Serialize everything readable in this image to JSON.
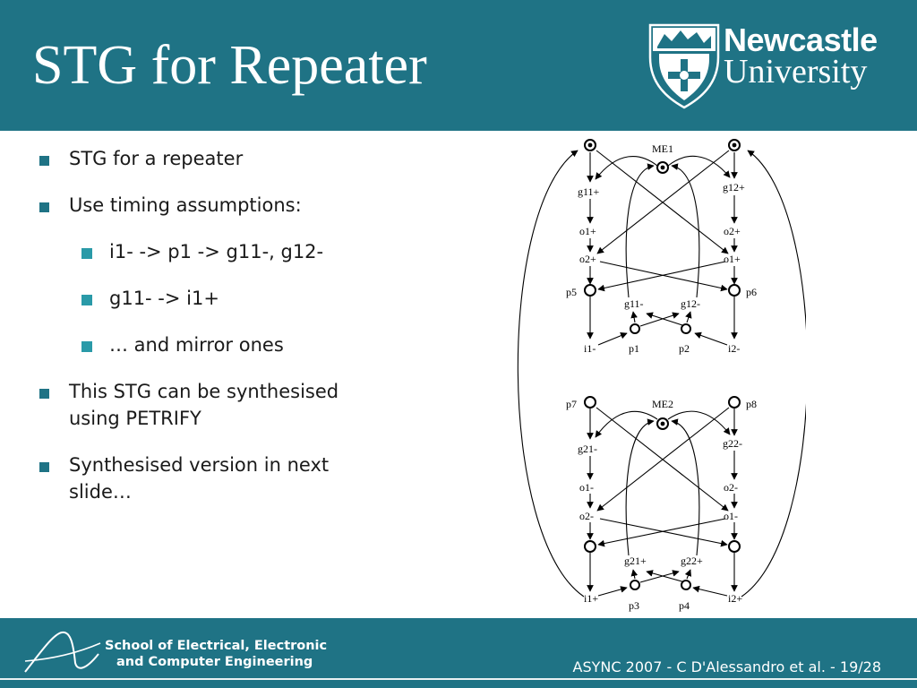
{
  "slide": {
    "title": "STG for Repeater",
    "university": {
      "line1": "Newcastle",
      "line2": "University"
    },
    "bullets": [
      {
        "level": 1,
        "text": "STG for a repeater"
      },
      {
        "level": 1,
        "text": "Use timing assumptions:"
      },
      {
        "level": 2,
        "text": "i1- -> p1 -> g11-, g12-"
      },
      {
        "level": 2,
        "text": "g11- -> i1+"
      },
      {
        "level": 2,
        "text": "… and mirror ones"
      },
      {
        "level": 1,
        "text": "This STG can be synthesised using PETRIFY"
      },
      {
        "level": 1,
        "text": "Synthesised version in next slide…"
      }
    ],
    "footer": {
      "school_line1": "School of Electrical, Electronic",
      "school_line2": "and Computer Engineering",
      "caption": "ASYNC 2007 - C D'Alessandro et al. - 19/28"
    }
  },
  "diagram": {
    "labels": {
      "me1": "ME1",
      "me2": "ME2",
      "g11p": "g11+",
      "g12p": "g12+",
      "o1p_l": "o1+",
      "o2p_r": "o2+",
      "o2p_l": "o2+",
      "o1p_r": "o1+",
      "p5": "p5",
      "p6": "p6",
      "g11m": "g11-",
      "g12m": "g12-",
      "i1m": "i1-",
      "p1": "p1",
      "p2": "p2",
      "i2m": "i2-",
      "p7": "p7",
      "p8": "p8",
      "g21m": "g21-",
      "g22m": "g22-",
      "o1m_l": "o1-",
      "o2m_r": "o2-",
      "o2m_l": "o2-",
      "o1m_r": "o1-",
      "g21p": "g21+",
      "g22p": "g22+",
      "i1p": "i1+",
      "p3": "p3",
      "p4": "p4",
      "i2p": "i2+"
    }
  },
  "colors": {
    "primary": "#1f7385",
    "sub_bullet": "#2a9aa8",
    "text": "#1a1a1a"
  }
}
